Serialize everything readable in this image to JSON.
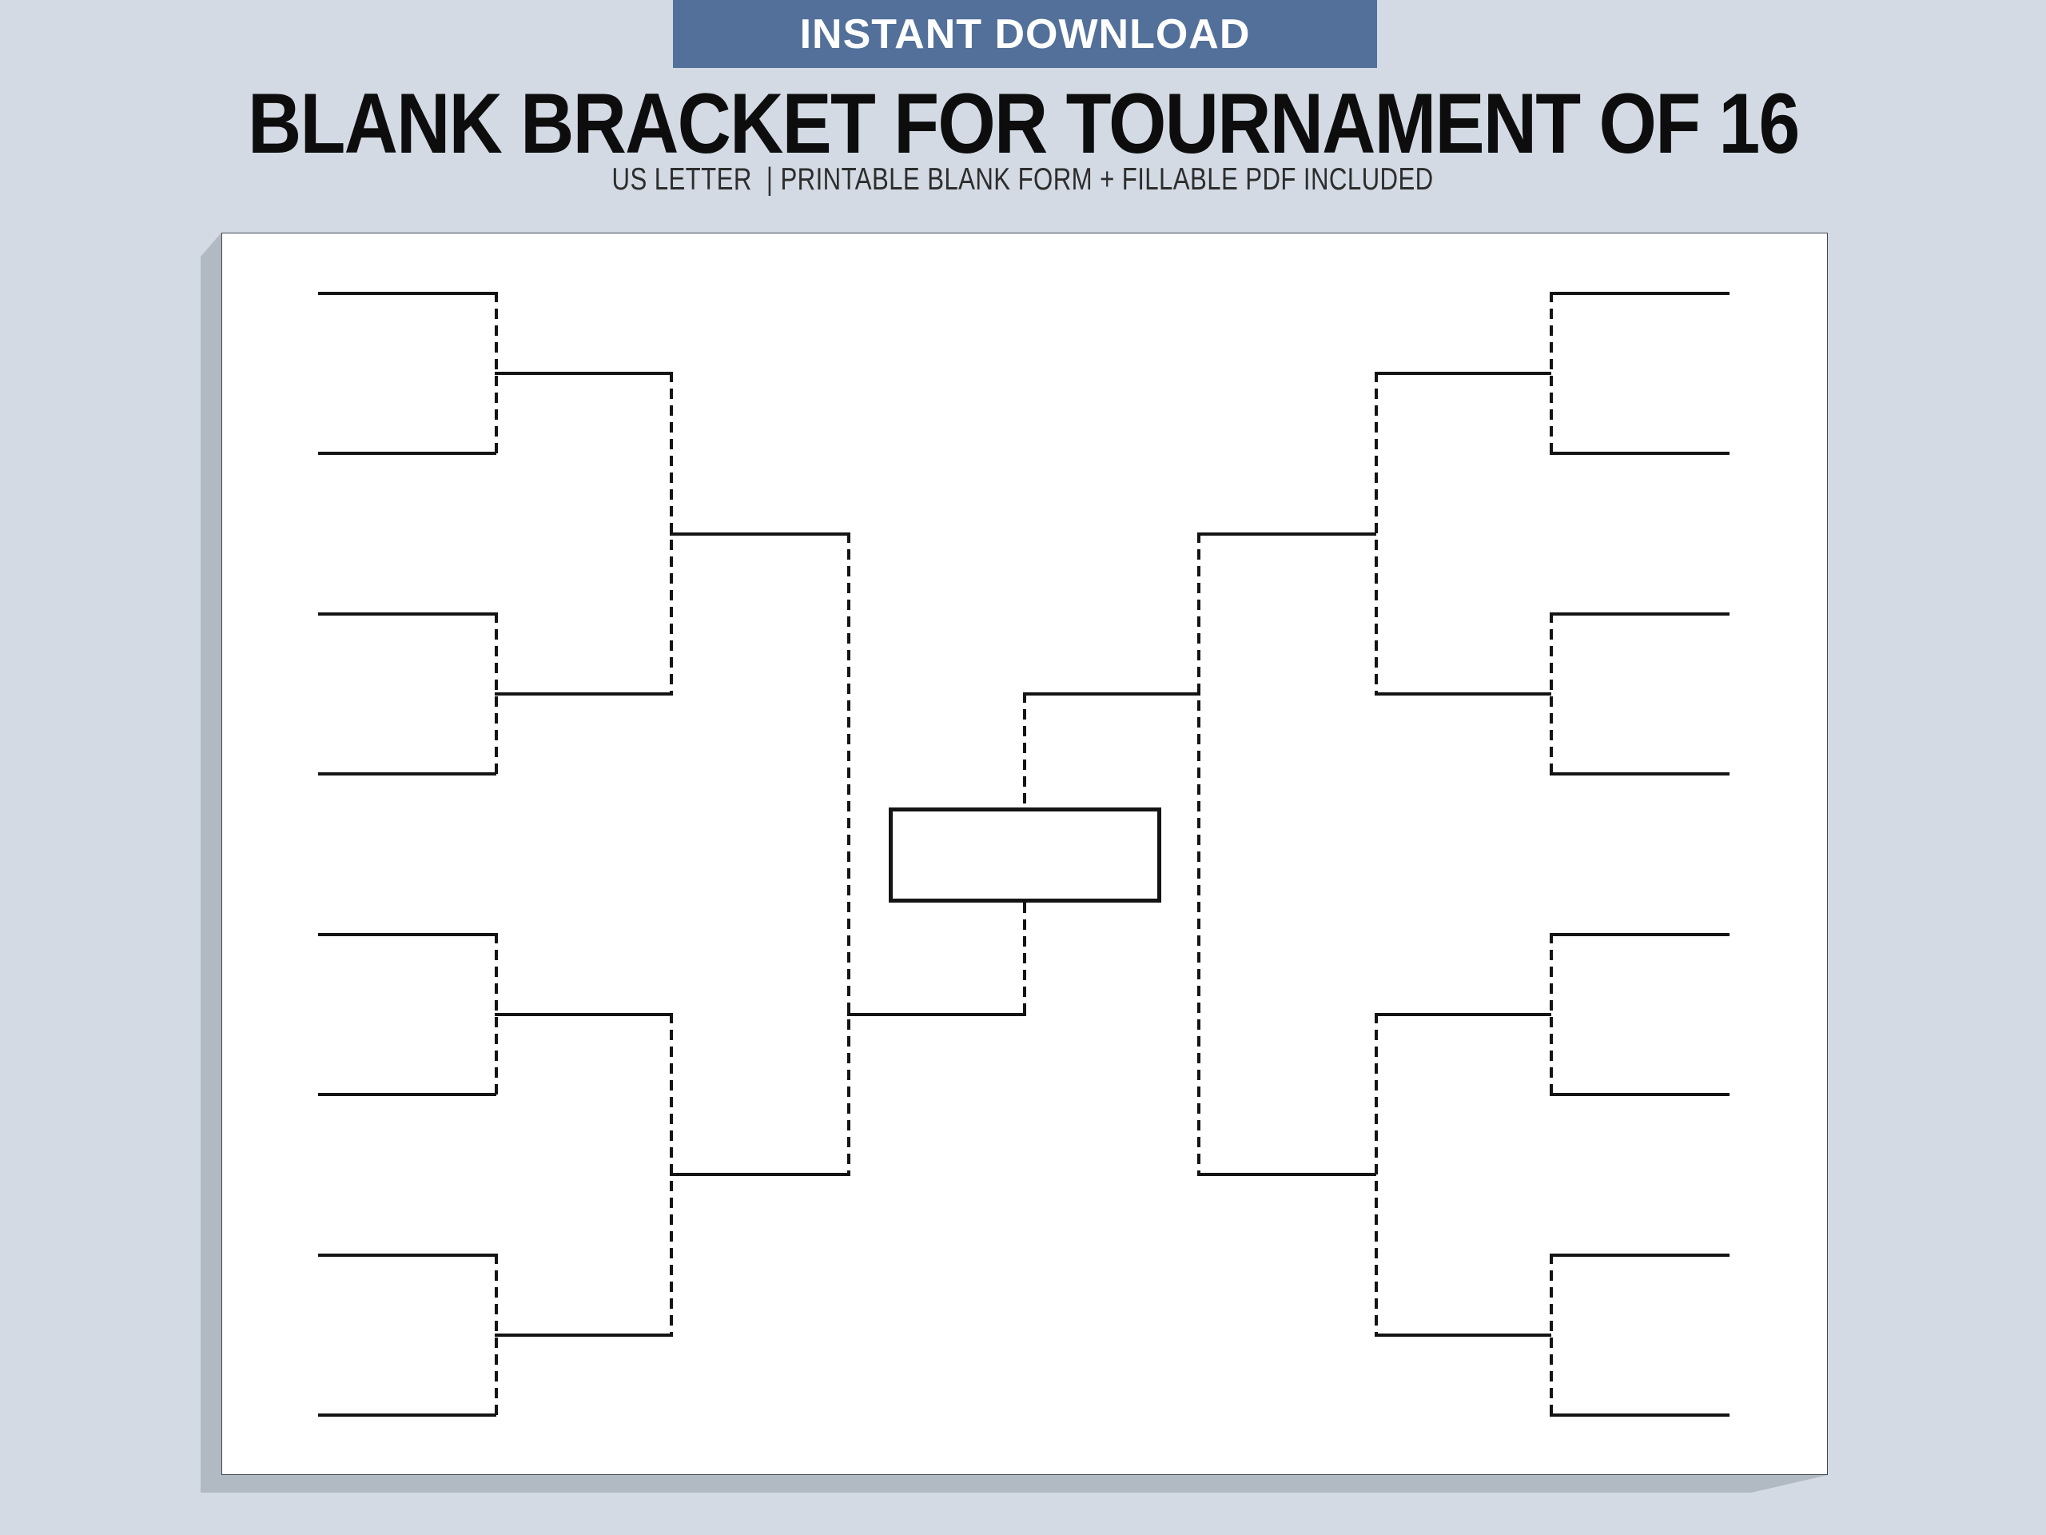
{
  "header": {
    "banner_label": "INSTANT DOWNLOAD",
    "title": "BLANK BRACKET FOR TOURNAMENT OF 16",
    "subtitle": "US LETTER  | PRINTABLE BLANK FORM + FILLABLE PDF INCLUDED"
  },
  "bracket": {
    "team_count": 16,
    "sides": [
      "left",
      "right"
    ],
    "first_round_slots_per_side": 8,
    "rounds_per_side": 3,
    "has_center_champion_box": true,
    "slot_fill": "blank",
    "line_style": {
      "match_slot_lines": "solid",
      "connector_lines": "dashed"
    }
  },
  "colors": {
    "background": "#d3dae3",
    "banner_background": "#527099",
    "banner_text": "#ffffff",
    "title_text": "#0d0d0d",
    "subtitle_text": "#2d2d2d",
    "page_background": "#ffffff",
    "page_border": "#42474e",
    "page_shadow": "#b1b9c3",
    "bracket_line": "#141414"
  }
}
